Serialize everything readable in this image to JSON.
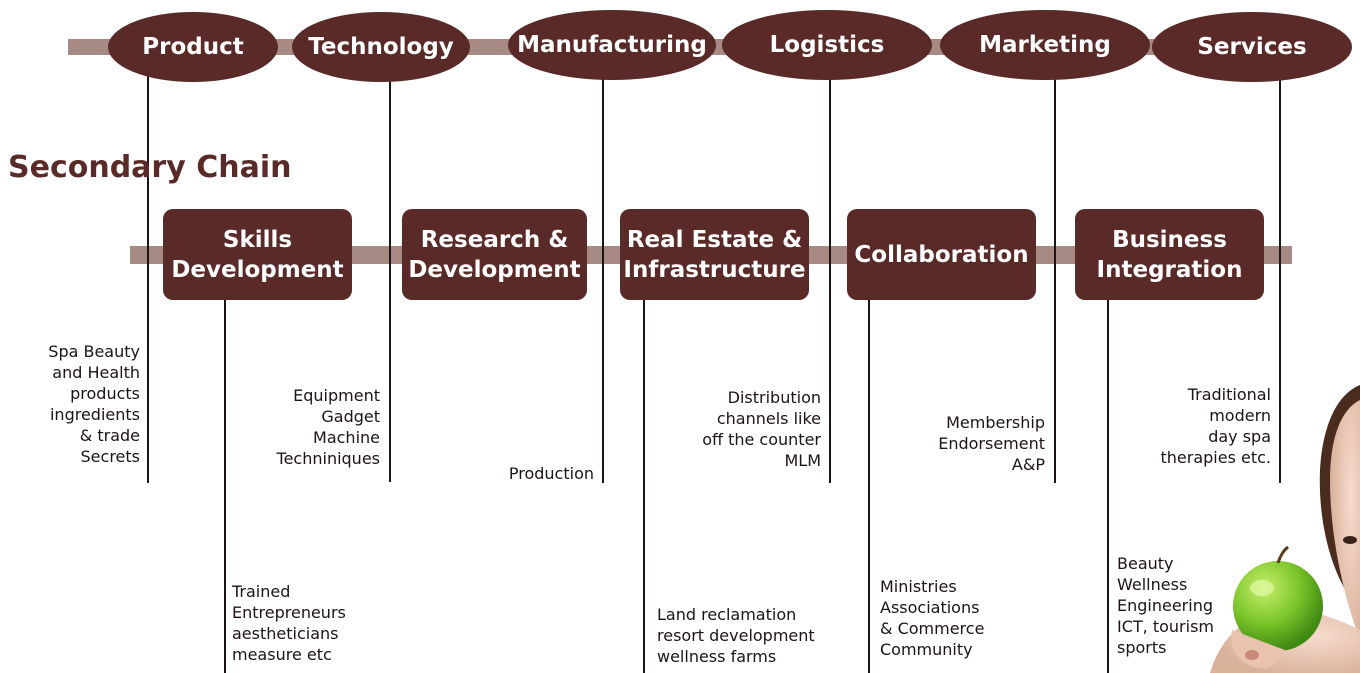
{
  "primary": [
    {
      "label": "Product",
      "items": [
        "Spa Beauty",
        "and Health",
        "products",
        "ingredients",
        "& trade",
        "Secrets"
      ]
    },
    {
      "label": "Technology",
      "items": [
        "Equipment",
        "Gadget",
        "Machine",
        "Techniniques"
      ]
    },
    {
      "label": "Manufacturing",
      "items": [
        "Production"
      ]
    },
    {
      "label": "Logistics",
      "items": [
        "Distribution",
        "channels like",
        "off the counter",
        "MLM"
      ]
    },
    {
      "label": "Marketing",
      "items": [
        "Membership",
        "Endorsement",
        "A&P"
      ]
    },
    {
      "label": "Services",
      "items": [
        "Traditional",
        "modern",
        "day spa",
        "therapies etc."
      ]
    }
  ],
  "secondary": {
    "heading": "Secondary Chain",
    "items": [
      {
        "label_lines": [
          "Skills",
          "Development"
        ],
        "items": [
          "Trained",
          "Entrepreneurs",
          "aestheticians",
          "measure etc"
        ]
      },
      {
        "label_lines": [
          "Research &",
          "Development"
        ],
        "items": []
      },
      {
        "label_lines": [
          "Real Estate &",
          "Infrastructure"
        ],
        "items": [
          "Land reclamation",
          "resort development",
          "wellness farms"
        ]
      },
      {
        "label_lines": [
          "Collaboration"
        ],
        "items": [
          "Ministries",
          "Associations",
          "& Commerce",
          "Community"
        ]
      },
      {
        "label_lines": [
          "Business",
          "Integration"
        ],
        "items": [
          "Beauty",
          "Wellness",
          "Engineering",
          "ICT, tourism",
          "sports"
        ]
      }
    ]
  },
  "colors": {
    "accent": "#5a2a28",
    "bar": "#a68a83",
    "line": "#1e1414"
  }
}
